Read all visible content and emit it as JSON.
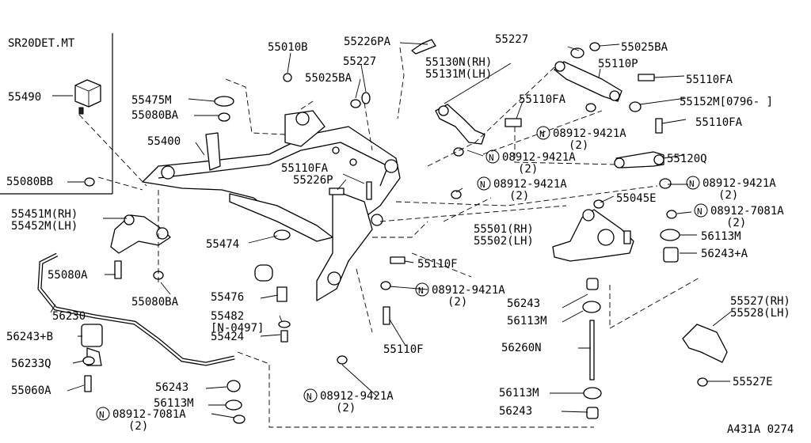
{
  "title": "SR20DET.MT",
  "figure_code": "A431A 0274",
  "callouts": [
    {
      "id": "c01",
      "lines": [
        "55490"
      ],
      "circled": false
    },
    {
      "id": "c02",
      "lines": [
        "55475M"
      ],
      "circled": false
    },
    {
      "id": "c03",
      "lines": [
        "55080BA"
      ],
      "circled": false
    },
    {
      "id": "c04",
      "lines": [
        "55400"
      ],
      "circled": false
    },
    {
      "id": "c05",
      "lines": [
        "55080BB"
      ],
      "circled": false
    },
    {
      "id": "c06",
      "lines": [
        "55451M(RH)",
        "55452M(LH)"
      ],
      "circled": false
    },
    {
      "id": "c07",
      "lines": [
        "55080A"
      ],
      "circled": false
    },
    {
      "id": "c08",
      "lines": [
        "55080BA"
      ],
      "circled": false
    },
    {
      "id": "c09",
      "lines": [
        "56230"
      ],
      "circled": false
    },
    {
      "id": "c10",
      "lines": [
        "56243+B"
      ],
      "circled": false
    },
    {
      "id": "c11",
      "lines": [
        "56233Q"
      ],
      "circled": false
    },
    {
      "id": "c12",
      "lines": [
        "55060A"
      ],
      "circled": false
    },
    {
      "id": "c13",
      "lines": [
        "56243"
      ],
      "circled": false
    },
    {
      "id": "c14",
      "lines": [
        "56113M"
      ],
      "circled": false
    },
    {
      "id": "c15",
      "lines": [
        "08912-7081A",
        "(2)"
      ],
      "circled": true
    },
    {
      "id": "c16",
      "lines": [
        "55010B"
      ],
      "circled": false
    },
    {
      "id": "c17",
      "lines": [
        "55226PA"
      ],
      "circled": false
    },
    {
      "id": "c18",
      "lines": [
        "55227"
      ],
      "circled": false
    },
    {
      "id": "c19",
      "lines": [
        "55025BA"
      ],
      "circled": false
    },
    {
      "id": "c20",
      "lines": [
        "55474"
      ],
      "circled": false
    },
    {
      "id": "c21",
      "lines": [
        "55476"
      ],
      "circled": false
    },
    {
      "id": "c22",
      "lines": [
        "55482",
        "[N-0497]"
      ],
      "circled": false
    },
    {
      "id": "c23",
      "lines": [
        "55424"
      ],
      "circled": false
    },
    {
      "id": "c24",
      "lines": [
        "55110FA"
      ],
      "circled": false
    },
    {
      "id": "c25",
      "lines": [
        "55226P"
      ],
      "circled": false
    },
    {
      "id": "c26",
      "lines": [
        "55130N(RH)",
        "55131M(LH)"
      ],
      "circled": false
    },
    {
      "id": "c27",
      "lines": [
        "55110FA"
      ],
      "circled": false
    },
    {
      "id": "c28",
      "lines": [
        "08912-9421A",
        "(2)"
      ],
      "circled": true
    },
    {
      "id": "c29",
      "lines": [
        "08912-9421A",
        "(2)"
      ],
      "circled": true
    },
    {
      "id": "c30",
      "lines": [
        "55110F"
      ],
      "circled": false
    },
    {
      "id": "c31",
      "lines": [
        "08912-9421A",
        "(2)"
      ],
      "circled": true
    },
    {
      "id": "c32",
      "lines": [
        "55110F"
      ],
      "circled": false
    },
    {
      "id": "c33",
      "lines": [
        "08912-9421A",
        "(2)"
      ],
      "circled": true
    },
    {
      "id": "c34",
      "lines": [
        "55227"
      ],
      "circled": false
    },
    {
      "id": "c35",
      "lines": [
        "55025BA"
      ],
      "circled": false
    },
    {
      "id": "c36",
      "lines": [
        "55110P"
      ],
      "circled": false
    },
    {
      "id": "c37",
      "lines": [
        "55110FA"
      ],
      "circled": false
    },
    {
      "id": "c38",
      "lines": [
        "55152M[0796-    ]"
      ],
      "circled": false
    },
    {
      "id": "c39",
      "lines": [
        "55110FA"
      ],
      "circled": false
    },
    {
      "id": "c40",
      "lines": [
        "08912-9421A",
        "(2)"
      ],
      "circled": true
    },
    {
      "id": "c41",
      "lines": [
        "55120Q"
      ],
      "circled": false
    },
    {
      "id": "c42",
      "lines": [
        "08912-9421A",
        "(2)"
      ],
      "circled": true
    },
    {
      "id": "c43",
      "lines": [
        "55045E"
      ],
      "circled": false
    },
    {
      "id": "c44",
      "lines": [
        "08912-7081A",
        "(2)"
      ],
      "circled": true
    },
    {
      "id": "c45",
      "lines": [
        "55501(RH)",
        "55502(LH)"
      ],
      "circled": false
    },
    {
      "id": "c46",
      "lines": [
        "56113M"
      ],
      "circled": false
    },
    {
      "id": "c47",
      "lines": [
        "56243+A"
      ],
      "circled": false
    },
    {
      "id": "c48",
      "lines": [
        "56243"
      ],
      "circled": false
    },
    {
      "id": "c49",
      "lines": [
        "56113M"
      ],
      "circled": false
    },
    {
      "id": "c50",
      "lines": [
        "56260N"
      ],
      "circled": false
    },
    {
      "id": "c51",
      "lines": [
        "55527(RH)",
        "55528(LH)"
      ],
      "circled": false
    },
    {
      "id": "c52",
      "lines": [
        "55527E"
      ],
      "circled": false
    },
    {
      "id": "c53",
      "lines": [
        "56113M"
      ],
      "circled": false
    },
    {
      "id": "c54",
      "lines": [
        "56243"
      ],
      "circled": false
    }
  ]
}
